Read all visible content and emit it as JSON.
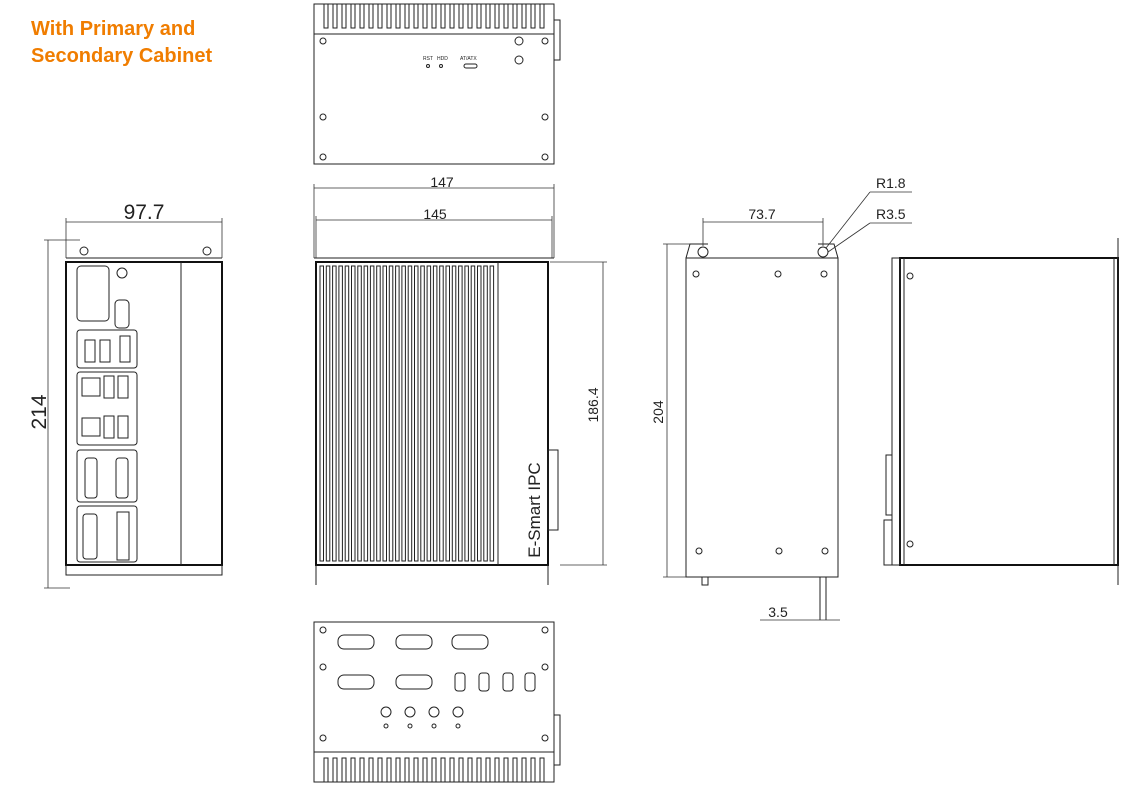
{
  "title": {
    "line1": "With Primary and",
    "line2": "Secondary Cabinet"
  },
  "top_view": {
    "labels": {
      "reset": "RST",
      "hdd": "HDD",
      "power_mode": "AT/ATX"
    }
  },
  "front_view": {
    "width_dim": "97.7",
    "height_dim": "214"
  },
  "side_view": {
    "outer_width_dim": "147",
    "inner_width_dim": "145",
    "height_dim": "186.4",
    "brand": "E-Smart IPC"
  },
  "bottom_plate_view": {
    "hole_spacing_dim": "73.7",
    "radius_small": "R1.8",
    "radius_large": "R3.5",
    "height_dim": "204",
    "thickness_dim": "3.5"
  }
}
